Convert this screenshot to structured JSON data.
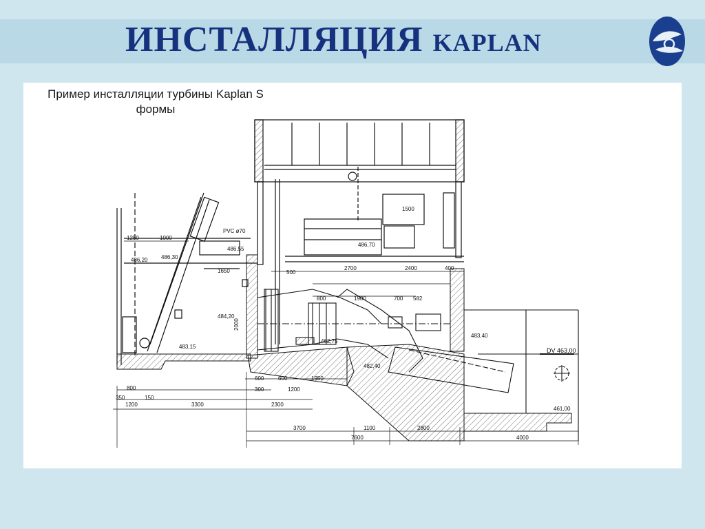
{
  "header": {
    "title_main": "ИНСТАЛЛЯЦИЯ",
    "title_brand": "KAPLAN"
  },
  "caption": {
    "line1": "Пример инсталляции турбины Kaplan S",
    "line2": "формы"
  },
  "colors": {
    "title": "#16327e",
    "header_band": "#b9d9e6",
    "background": "#cfe6ee",
    "logo": "#1b3f8f"
  },
  "drawing": {
    "labels": {
      "pvc70": "PVC ø70",
      "el_486_55": "486,55",
      "el_486_30": "486,30",
      "el_486_20": "486,20",
      "el_486_70": "486,70",
      "el_484_20": "484,20",
      "el_483_15": "483,15",
      "el_483_40": "483,40",
      "el_482_40": "482,40",
      "el_462_75": "462,75",
      "dv_463": "DV 463,00",
      "el_461": "461,00",
      "d1250": "1250",
      "d1000": "1000",
      "d1650": "1650",
      "d500": "500",
      "d2700": "2700",
      "d2400": "2400",
      "d1500": "1500",
      "d800": "800",
      "d1900": "1900",
      "d700": "700",
      "d582": "582",
      "d2000": "2000",
      "d1200": "1200",
      "d1950": "1950",
      "d600": "600",
      "d300": "300",
      "d2300": "2300",
      "d3300": "3300",
      "d150": "150",
      "d350": "350",
      "d3700": "3700",
      "d1100": "1100",
      "d2800": "2800",
      "d7600": "7600",
      "d4000": "4000",
      "d400": "400"
    }
  }
}
